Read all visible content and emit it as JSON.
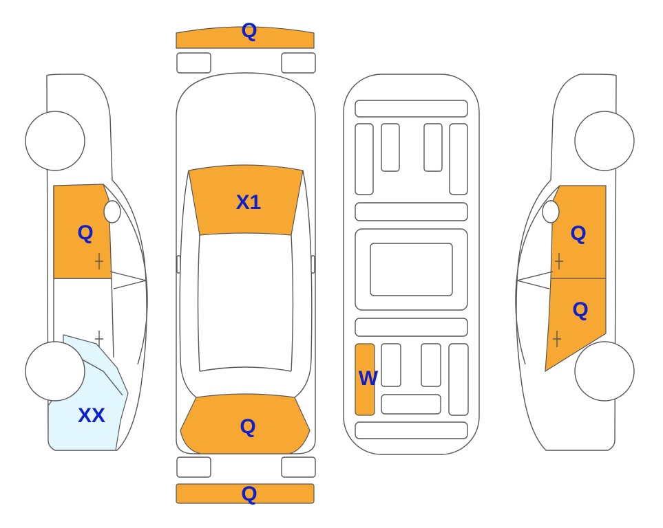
{
  "colors": {
    "damage_orange": "#f7a833",
    "damage_light_blue": "#e2f6fd",
    "label_blue": "#1020c8",
    "outline": "#555555"
  },
  "labels": {
    "front_bumper": "Q",
    "windshield": "X1",
    "rear_window": "Q",
    "rear_bumper": "Q",
    "left_front_door": "Q",
    "left_rear_quarter": "XX",
    "underbody_rear_left": "W",
    "right_front_door": "Q",
    "right_rear_door": "Q"
  }
}
